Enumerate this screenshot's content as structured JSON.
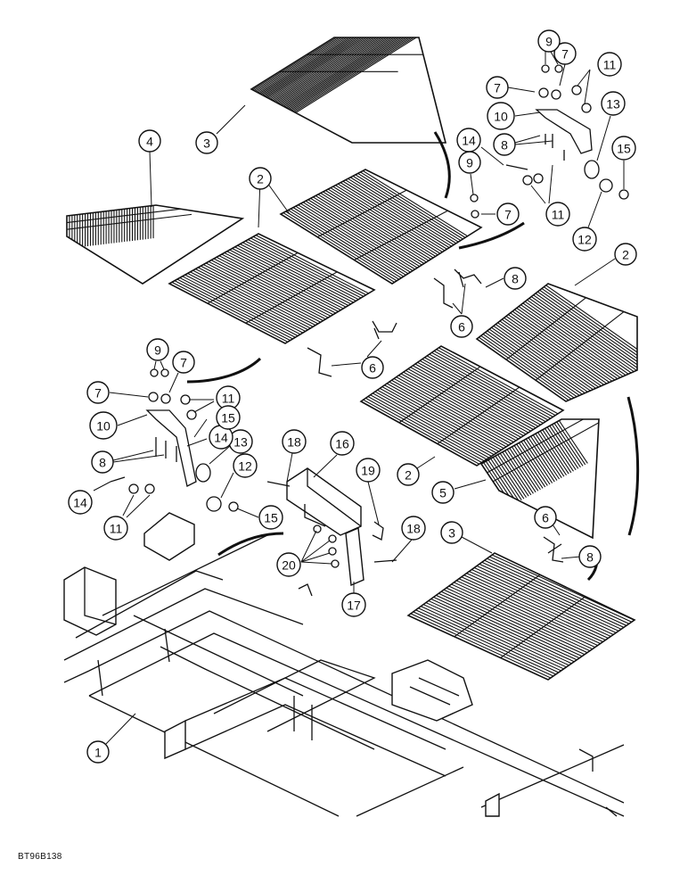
{
  "figure": {
    "code": "BT96B138"
  },
  "callouts": [
    {
      "id": "c1",
      "label": "1"
    },
    {
      "id": "c2a",
      "label": "2"
    },
    {
      "id": "c2b",
      "label": "2"
    },
    {
      "id": "c2c",
      "label": "2"
    },
    {
      "id": "c3a",
      "label": "3"
    },
    {
      "id": "c3b",
      "label": "3"
    },
    {
      "id": "c4",
      "label": "4"
    },
    {
      "id": "c5",
      "label": "5"
    },
    {
      "id": "c6a",
      "label": "6"
    },
    {
      "id": "c6b",
      "label": "6"
    },
    {
      "id": "c6c",
      "label": "6"
    },
    {
      "id": "c7a",
      "label": "7"
    },
    {
      "id": "c7b",
      "label": "7"
    },
    {
      "id": "c7c",
      "label": "7"
    },
    {
      "id": "c7d",
      "label": "7"
    },
    {
      "id": "c7e",
      "label": "7"
    },
    {
      "id": "c8a",
      "label": "8"
    },
    {
      "id": "c8b",
      "label": "8"
    },
    {
      "id": "c8c",
      "label": "8"
    },
    {
      "id": "c8d",
      "label": "8"
    },
    {
      "id": "c9a",
      "label": "9"
    },
    {
      "id": "c9b",
      "label": "9"
    },
    {
      "id": "c9c",
      "label": "9"
    },
    {
      "id": "c10a",
      "label": "10"
    },
    {
      "id": "c10b",
      "label": "10"
    },
    {
      "id": "c11a",
      "label": "11"
    },
    {
      "id": "c11b",
      "label": "11"
    },
    {
      "id": "c11c",
      "label": "11"
    },
    {
      "id": "c11d",
      "label": "11"
    },
    {
      "id": "c12a",
      "label": "12"
    },
    {
      "id": "c12b",
      "label": "12"
    },
    {
      "id": "c13a",
      "label": "13"
    },
    {
      "id": "c13b",
      "label": "13"
    },
    {
      "id": "c14a",
      "label": "14"
    },
    {
      "id": "c14b",
      "label": "14"
    },
    {
      "id": "c14c",
      "label": "14"
    },
    {
      "id": "c15a",
      "label": "15"
    },
    {
      "id": "c15b",
      "label": "15"
    },
    {
      "id": "c15c",
      "label": "15"
    },
    {
      "id": "c16",
      "label": "16"
    },
    {
      "id": "c17",
      "label": "17"
    },
    {
      "id": "c18a",
      "label": "18"
    },
    {
      "id": "c18b",
      "label": "18"
    },
    {
      "id": "c19",
      "label": "19"
    },
    {
      "id": "c20",
      "label": "20"
    }
  ]
}
